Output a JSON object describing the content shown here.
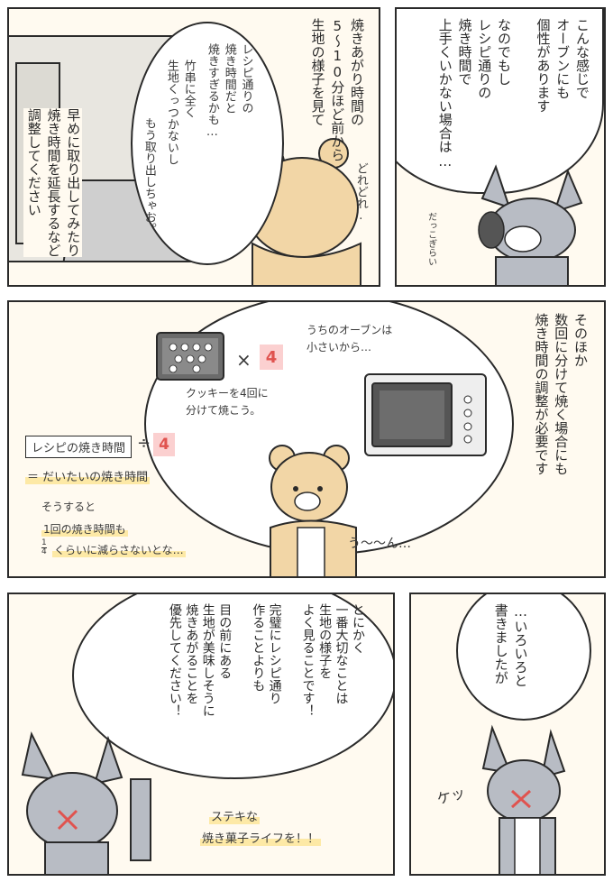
{
  "panel1": {
    "narration": "焼きあがり時間の\n5～10分ほど前から\n生地の様子を見て",
    "adjust": "早めに取り出してみたり\n焼き時間を延長するなど\n調整してください",
    "thought": "レシピ通りの\n焼き時間だと\n焼きすぎるかも…",
    "skewer": "竹串に全く\n生地くっつかないし",
    "done": "もう取り出しちゃお。",
    "dokidoki": "どれどれ."
  },
  "panel2": {
    "speech": "こんな感じで\nオーブンにも\n個性があります\n\nなのでもし\nレシピ通りの\n焼き時間で\n上手くいかない場合は…",
    "dakko": "だっこぎらい"
  },
  "panel3": {
    "narration": "そのほか\n数回に分けて焼く場合にも\n焼き時間の調整が必要です",
    "oven_small": "うちのオーブンは\n小さいから…",
    "times": "×",
    "four": "4",
    "cookie": "クッキーを4回に\n分けて焼こう。",
    "recipe_time": "レシピの焼き時間",
    "divide": "÷",
    "approx": "＝ だいたいの焼き時間",
    "then1": "そうすると",
    "then2": "1回の焼き時間も",
    "frac_num": "1",
    "frac_den": "4",
    "then3": "くらいに減らさないとな…",
    "uun": "う〜〜ん…"
  },
  "panel4": {
    "speech": "とにかく\n一番大切なことは\n生地の様子を\nよく見ることです！\n\n完璧にレシピ通り\n作ることよりも\n\n目の前にある\n生地が美味しそうに\n焼きあがることを\n優先してください！",
    "suteki1": "ステキな",
    "suteki2": "焼き菓子ライフを！！"
  },
  "panel5": {
    "speech": "…いろいろと\n書きましたが",
    "ke": "ケッ"
  },
  "colors": {
    "accent_red": "#e0534f",
    "highlight": "#fde9a6",
    "bear": "#f2d6a6",
    "fox": "#b8bcc4"
  }
}
